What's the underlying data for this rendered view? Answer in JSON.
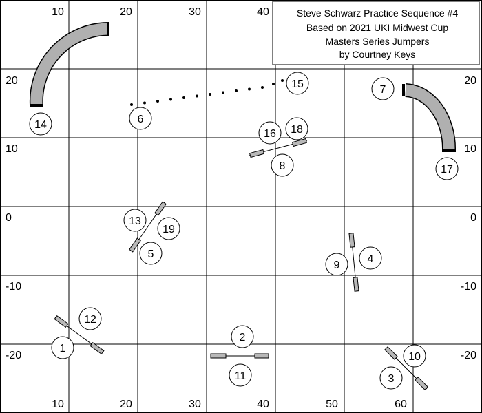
{
  "title_box": {
    "lines": [
      "Steve Schwarz Practice Sequence #4",
      "Based on 2021 UKI Midwest Cup",
      "Masters Series Jumpers",
      "by Courtney Keys"
    ]
  },
  "axes": {
    "top": [
      "10",
      "20",
      "30",
      "40"
    ],
    "bottom": [
      "10",
      "20",
      "30",
      "40",
      "50",
      "60"
    ],
    "left": [
      "20",
      "10",
      "0",
      "-10",
      "-20"
    ],
    "right": [
      "20",
      "10",
      "0",
      "-10",
      "-20"
    ]
  },
  "obstacles": {
    "tunnels": [
      "tunnel-14",
      "tunnel-7-17"
    ],
    "weave_poles": [
      "weaves-6-15"
    ],
    "jumps": [
      "jump-1-12",
      "jump-2-11",
      "jump-3-10",
      "jump-4-9",
      "jump-5-13-19",
      "jump-8-16-18"
    ]
  },
  "numbers": [
    "1",
    "2",
    "3",
    "4",
    "5",
    "6",
    "7",
    "8",
    "9",
    "10",
    "11",
    "12",
    "13",
    "14",
    "15",
    "16",
    "17",
    "18",
    "19"
  ],
  "colors": {
    "tunnel_fill": "#b0b0b0",
    "bar_fill": "#b8b8b8",
    "grid": "#000000",
    "background": "#ffffff"
  }
}
